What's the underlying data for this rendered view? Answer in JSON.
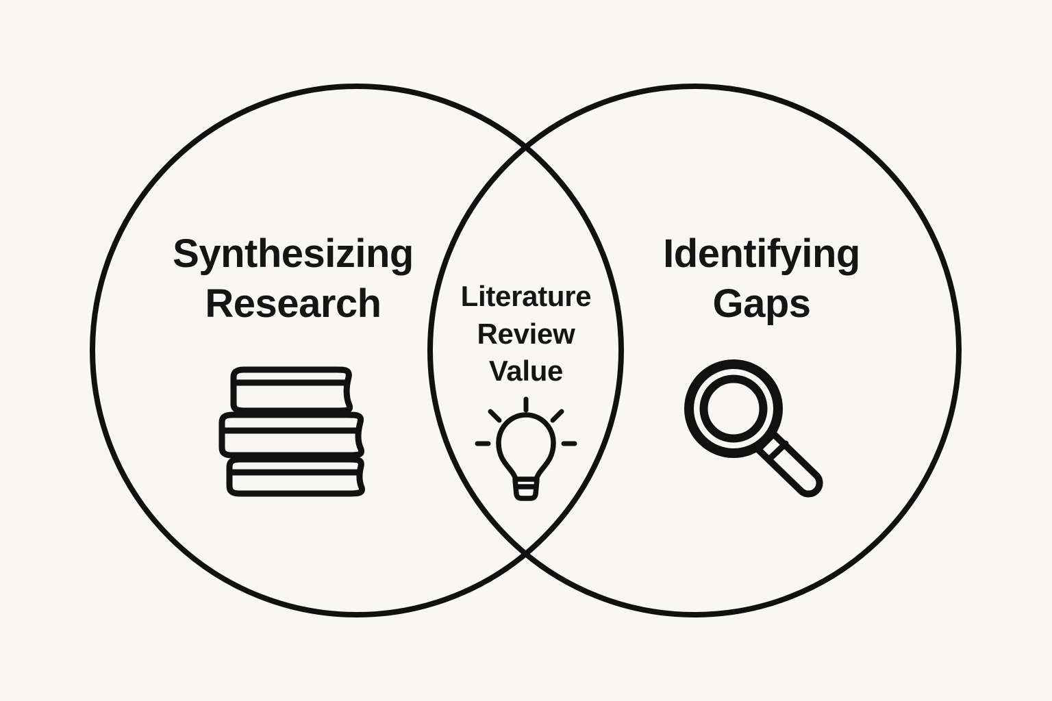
{
  "diagram": {
    "type": "venn-2-circle",
    "left": {
      "label": "Synthesizing Research",
      "lines": [
        "Synthesizing",
        "Research"
      ],
      "icon": "books-stack-icon"
    },
    "overlap": {
      "label": "Literature Review Value",
      "lines": [
        "Literature",
        "Review",
        "Value"
      ],
      "icon": "lightbulb-icon"
    },
    "right": {
      "label": "Identifying Gaps",
      "lines": [
        "Identifying",
        "Gaps"
      ],
      "icon": "magnifying-glass-icon"
    },
    "colors": {
      "background": "#f8f7f4",
      "ink": "#111111",
      "text": "#151515"
    }
  }
}
